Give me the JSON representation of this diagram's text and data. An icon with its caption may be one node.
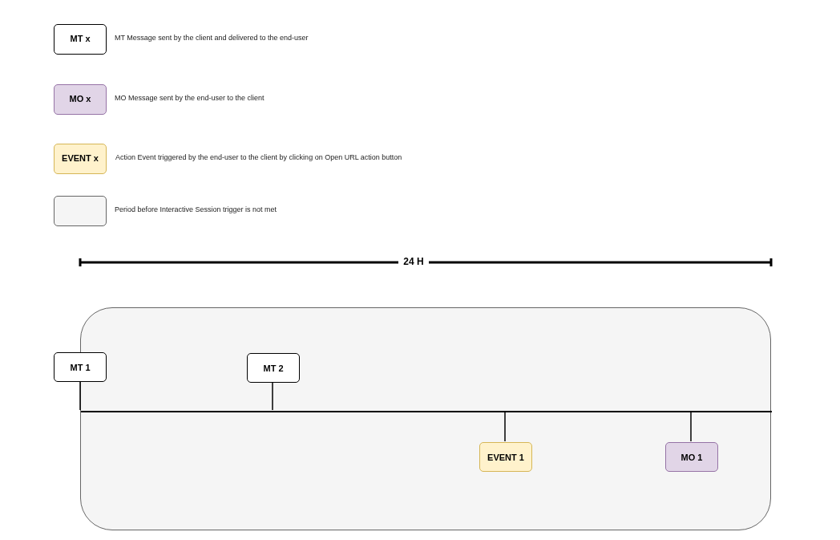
{
  "diagram": {
    "nodes": [
      {
        "text": [],
        "shape": "box"
      },
      {
        "text": [
          "MT 1"
        ]
      },
      {
        "text": [
          "MT 2"
        ],
        "in": 0
      },
      {
        "text": [],
        "shape": "bar",
        "in": 0
      },
      {
        "text": [
          "EVENT 1"
        ],
        "in": 0
      },
      {
        "text": [
          "MO 1"
        ],
        "in": 0
      }
    ],
    "edges": [
      {
        "from": 1,
        "to": 3,
        "arrow": "none"
      },
      {
        "from": 2,
        "to": 3,
        "arrow": "none"
      },
      {
        "from": 3,
        "to": 4,
        "arrow": "none"
      },
      {
        "from": 3,
        "to": 5,
        "arrow": "none"
      }
    ],
    "labels": [
      "MT x",
      "MO x",
      "EVENT x",
      "24 H"
    ],
    "legend": [
      {
        "text": "MT Message sent by the client and delivered to the end-user",
        "color": "#ffffff"
      },
      {
        "text": "MO Message sent by the end-user to the client",
        "color": "#e1d5e7"
      },
      {
        "text": "Action Event triggered by the end-user to the client by clicking on Open URL action button",
        "color": "#fff2cc"
      },
      {
        "text": "Period before Interactive Session trigger is not met",
        "color": "#f5f5f5"
      }
    ]
  }
}
